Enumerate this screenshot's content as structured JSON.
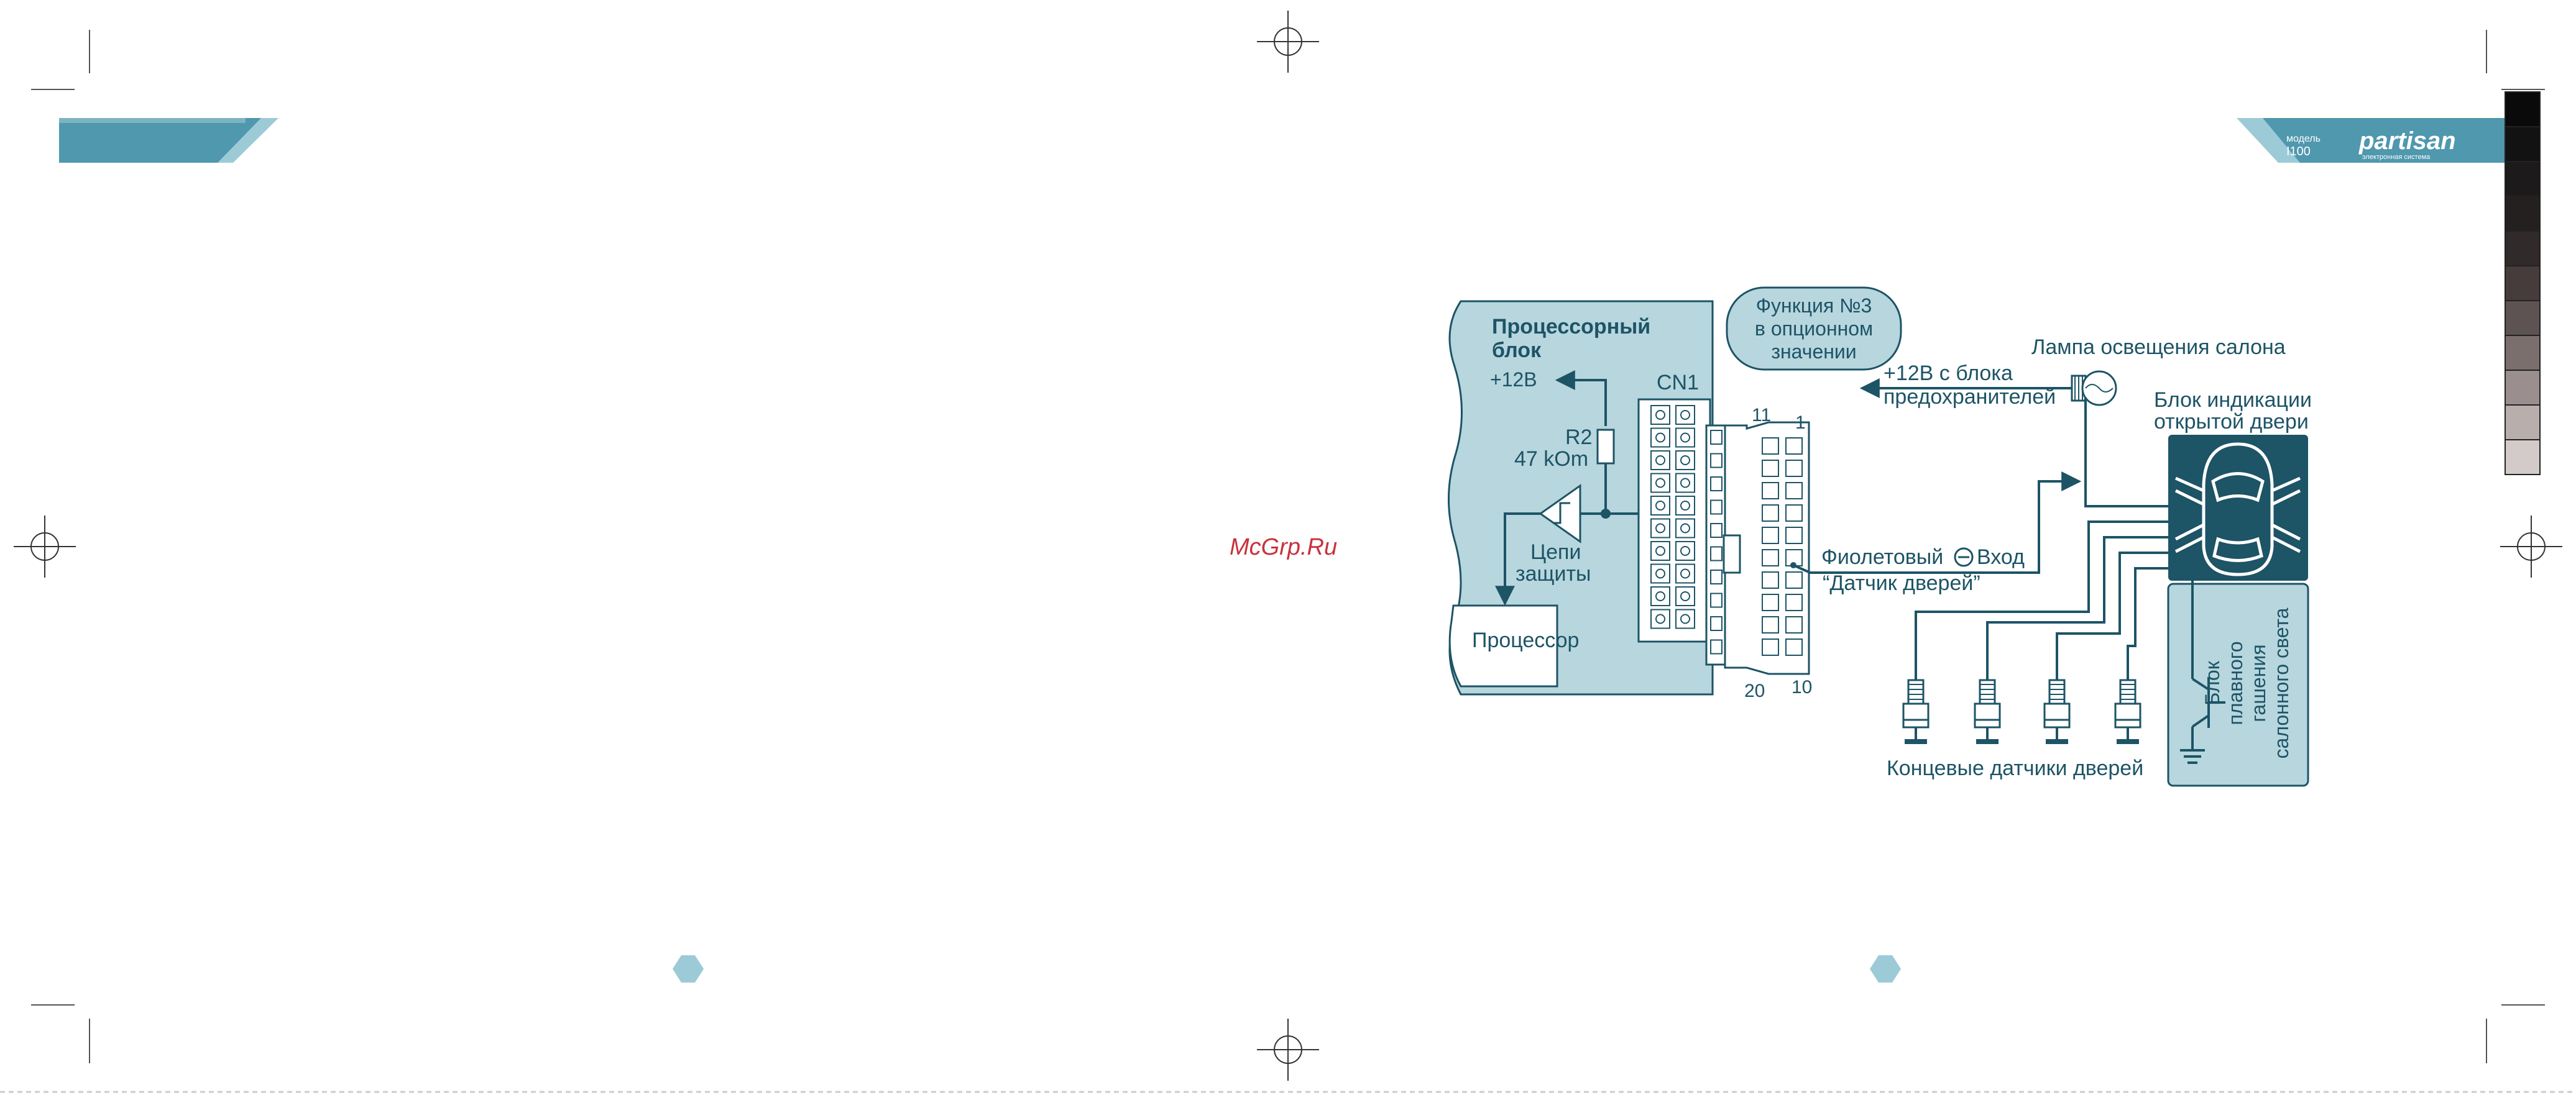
{
  "colors": {
    "panel": "#b7d6de",
    "dark": "#1d5466",
    "banner": "#4f98ae",
    "banner_light": "#9ccbd7",
    "watermark": "#c8323c"
  },
  "watermark": "McGrp.Ru",
  "header": {
    "model_caption": "модель",
    "model_number": "I100",
    "brand": "partisan",
    "brand_tagline": "электронная система"
  },
  "diagram": {
    "processor_block_title_1": "Процессорный",
    "processor_block_title_2": "блок",
    "plus12v_internal": "+12B",
    "connector_name": "CN1",
    "resistor_name": "R2",
    "resistor_value": "47 kOm",
    "protection_1": "Цепи",
    "protection_2": "защиты",
    "processor": "Процессор",
    "function_1": "Функция №3",
    "function_2": "в опционном",
    "function_3": "значении",
    "pin_11": "11",
    "pin_1": "1",
    "pin_20": "20",
    "pin_10": "10",
    "wire_color": "Фиолетовый",
    "input_word": "Вход",
    "input_name": "“Датчик дверей”",
    "fuse_1": "+12B  с блока",
    "fuse_2": "предохранителей",
    "lamp": "Лампа освещения  салона",
    "door_block_1": "Блок индикации",
    "door_block_2": "открытой двери",
    "dimmer_1": "Блок",
    "dimmer_2": "плавного",
    "dimmer_3": "гашения",
    "dimmer_4": "салонного света",
    "sensors": "Концевые датчики дверей"
  }
}
